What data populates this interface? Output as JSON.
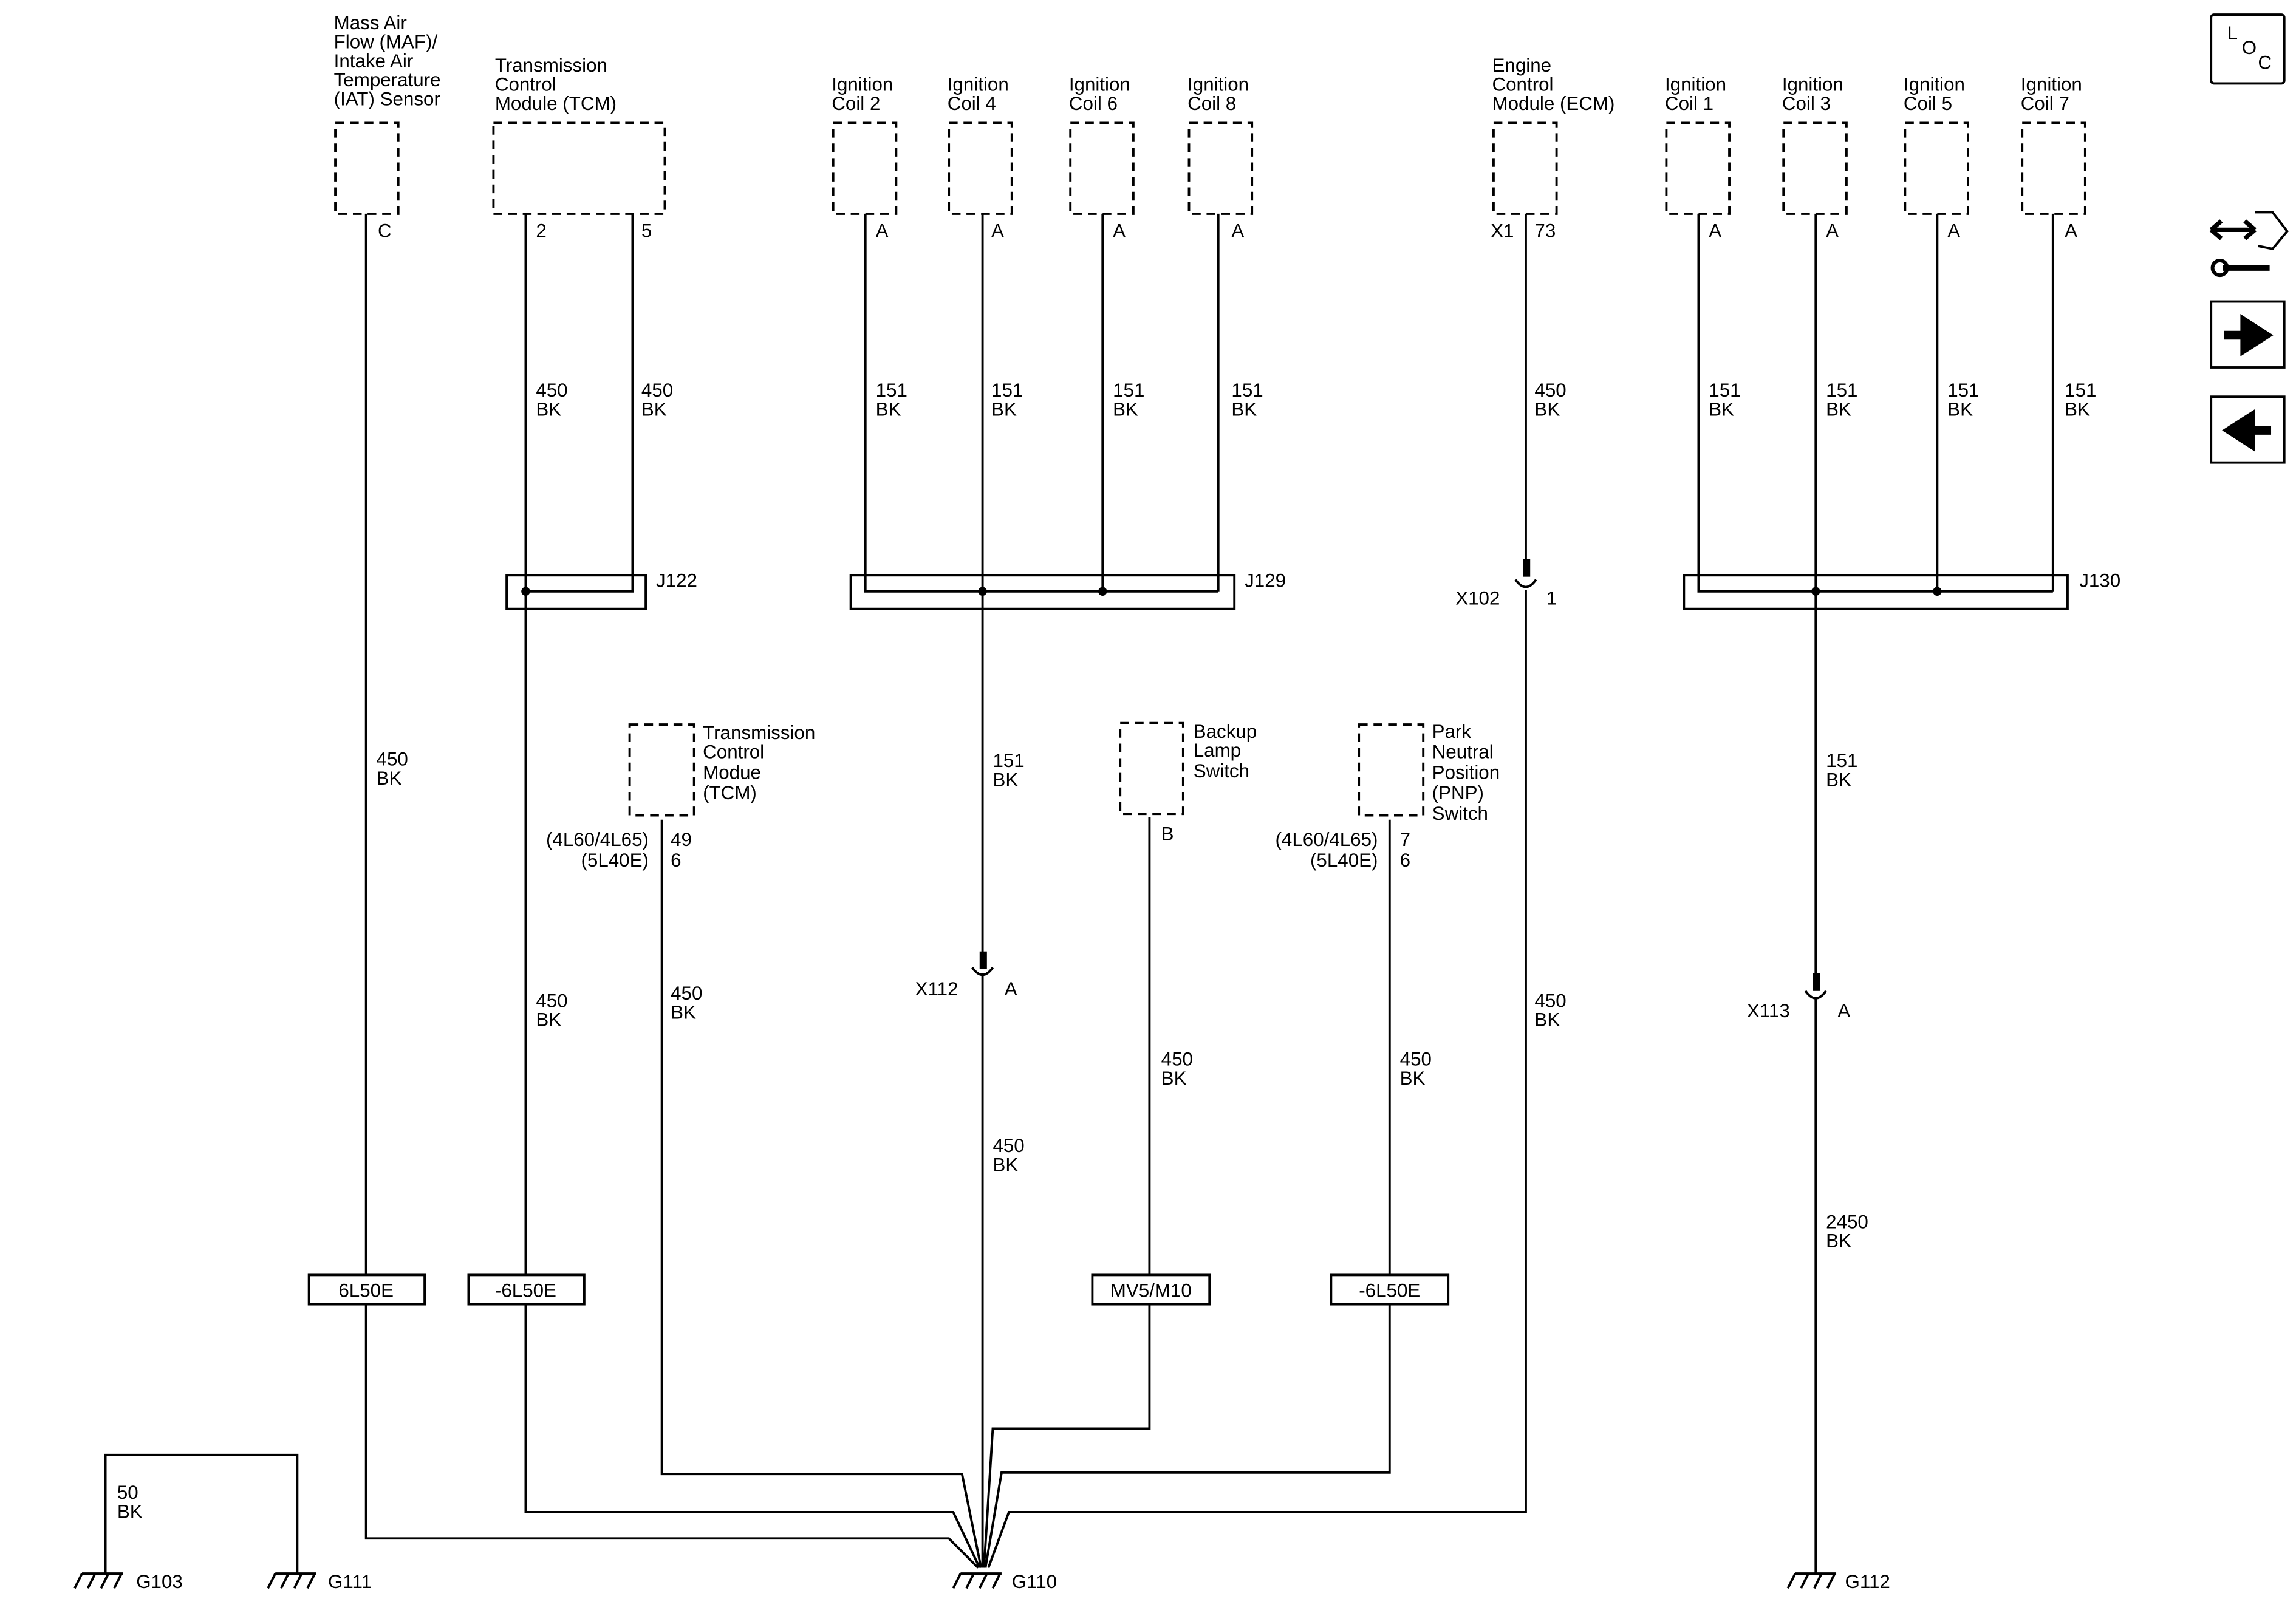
{
  "components": {
    "maf": "Mass Air Flow (MAF)/ Intake Air Temperature (IAT) Sensor",
    "tcm_top": "Transmission Control Module (TCM)",
    "coil2": "Ignition Coil 2",
    "coil4": "Ignition Coil 4",
    "coil6": "Ignition Coil 6",
    "coil8": "Ignition Coil 8",
    "ecm": "Engine Control Module (ECM)",
    "coil1": "Ignition Coil 1",
    "coil3": "Ignition Coil 3",
    "coil5": "Ignition Coil 5",
    "coil7": "Ignition Coil 7",
    "tcm_mid": "Transmission Control Modue (TCM)",
    "backup": "Backup Lamp Switch",
    "pnp": "Park Neutral Position (PNP) Switch"
  },
  "pins": {
    "maf_c": "C",
    "tcm_2": "2",
    "tcm_5": "5",
    "coil_a": "A",
    "ecm_x1": "X1",
    "ecm_73": "73",
    "tcm_mid_a": "49",
    "tcm_mid_b": "6",
    "backup_b": "B",
    "pnp_a": "7",
    "pnp_b": "6",
    "variant_a": "(4L60/4L65)",
    "variant_b": "(5L40E)"
  },
  "wires": {
    "c450": "450",
    "c151": "151",
    "c2450": "2450",
    "c50": "50",
    "bk": "BK"
  },
  "splices": {
    "j122": "J122",
    "j129": "J129",
    "j130": "J130"
  },
  "connectors": {
    "x102": "X102",
    "x102_pin": "1",
    "x112": "X112",
    "x112_pin": "A",
    "x113": "X113",
    "x113_pin": "A"
  },
  "options": {
    "opt1": "6L50E",
    "opt2": "-6L50E",
    "opt3": "MV5/M10",
    "opt4": "-6L50E"
  },
  "grounds": {
    "g103": "G103",
    "g111": "G111",
    "g110": "G110",
    "g112": "G112"
  },
  "nav": {
    "loc_l": "L",
    "loc_o": "O",
    "loc_c": "C",
    "icon_names": [
      "location-icon",
      "connector-repair-icon",
      "next-page-icon",
      "previous-page-icon"
    ]
  }
}
